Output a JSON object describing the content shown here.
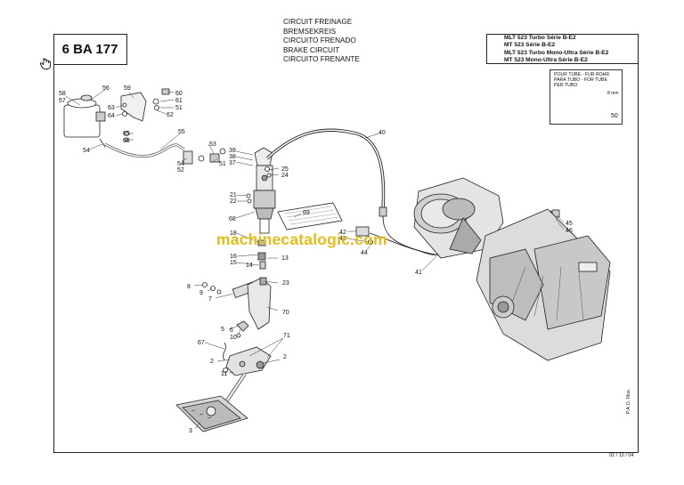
{
  "header": {
    "code": "6 BA 177",
    "titles": [
      "CIRCUIT FREINAGE",
      "BREMSEKREIS",
      "CIRCUITO FRENADO",
      "BRAKE CIRCUIT",
      "CIRCUITO FRENANTE"
    ],
    "models": [
      "MLT 523 Turbo Série B-E2",
      "MT 523 Série B-E2",
      "MLT 523 Turbo Mono-Ultra Série B-E2",
      "MT 523 Mono-Ultra Série B-E2"
    ]
  },
  "note": {
    "lines": [
      "POUR TUBE - FUR ROHR",
      "PARA TUBO - FOR TUBE",
      "PER TUBO"
    ],
    "dimension": "8 mm",
    "part": "50"
  },
  "watermark": "machinecatalogic.com",
  "footer": {
    "side_text": "P.A.O. Illus.",
    "date": "02 / 12 / 04"
  },
  "callouts": [
    "58",
    "57",
    "56",
    "59",
    "60",
    "61",
    "51",
    "62",
    "63",
    "64",
    "65",
    "66",
    "55",
    "54",
    "53",
    "52",
    "51",
    "54",
    "39",
    "38",
    "37",
    "40",
    "25",
    "24",
    "21",
    "22",
    "69",
    "68",
    "18",
    "16",
    "15",
    "14",
    "13",
    "42",
    "43",
    "44",
    "41",
    "45",
    "46",
    "8",
    "9",
    "7",
    "23",
    "70",
    "6",
    "10",
    "5",
    "67",
    "71",
    "2",
    "2",
    "11",
    "3"
  ]
}
